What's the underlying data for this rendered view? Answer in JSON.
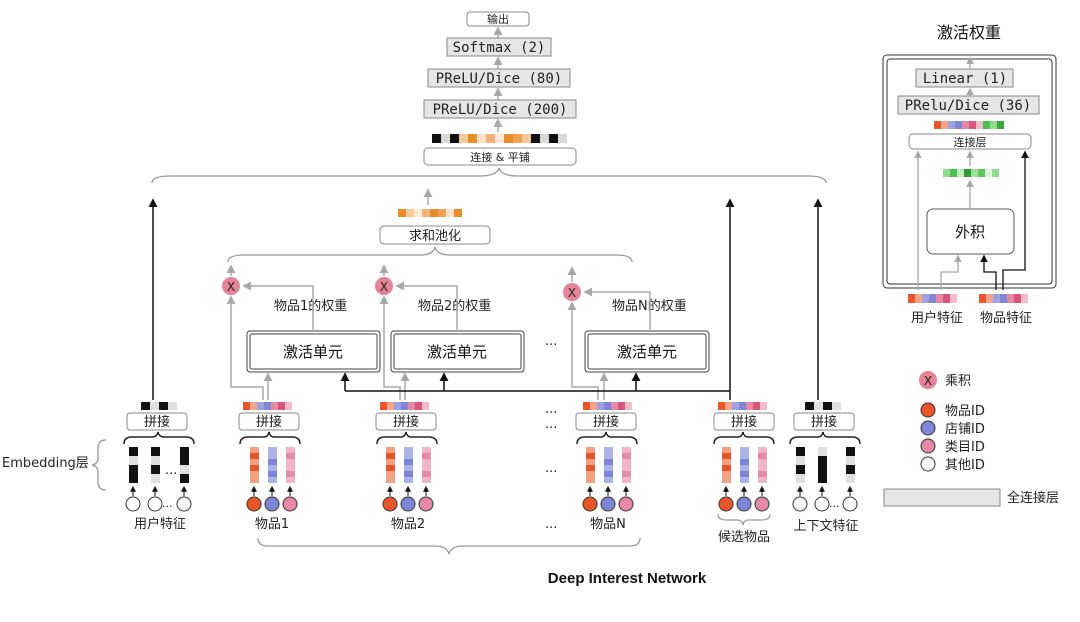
{
  "colors": {
    "item_id": "#e8552b",
    "shop_id": "#7f86d8",
    "cate_id": "#e58aa6",
    "other_id": "#ffffff",
    "black": "#111111",
    "gray_arrow": "#a8a8a8",
    "fc_fill": "#e6e6e6"
  },
  "icons": [
    "multiply-node-icon",
    "arrow-icon",
    "brace-icon"
  ],
  "top": {
    "output": "输出",
    "softmax": "Softmax (2)",
    "prelu80": "PReLU/Dice (80)",
    "prelu200": "PReLU/Dice (200)",
    "concat_flatten": "连接 & 平铺"
  },
  "pooling": "求和池化",
  "weights": [
    "物品1的权重",
    "物品2的权重",
    "物品N的权重"
  ],
  "activation_unit": "激活单元",
  "concat": "拼接",
  "ellipsis": "...",
  "embedding_layer": "Embedding层",
  "groups": {
    "user": "用户特征",
    "item1": "物品1",
    "item2": "物品2",
    "itemN": "物品N",
    "candidate": "候选物品",
    "context": "上下文特征"
  },
  "footer_title": "Deep Interest Network",
  "panel": {
    "title": "激活权重",
    "linear": "Linear (1)",
    "prelu36": "PRelu/Dice (36)",
    "concat_layer": "连接层",
    "outer_product": "外积",
    "user_feat": "用户特征",
    "item_feat": "物品特征"
  },
  "legend": {
    "multiply": "乘积",
    "multiply_symbol": "X",
    "item_id": "物品ID",
    "shop_id": "店铺ID",
    "cate_id": "类目ID",
    "other_id": "其他ID",
    "fc": "全连接层"
  }
}
